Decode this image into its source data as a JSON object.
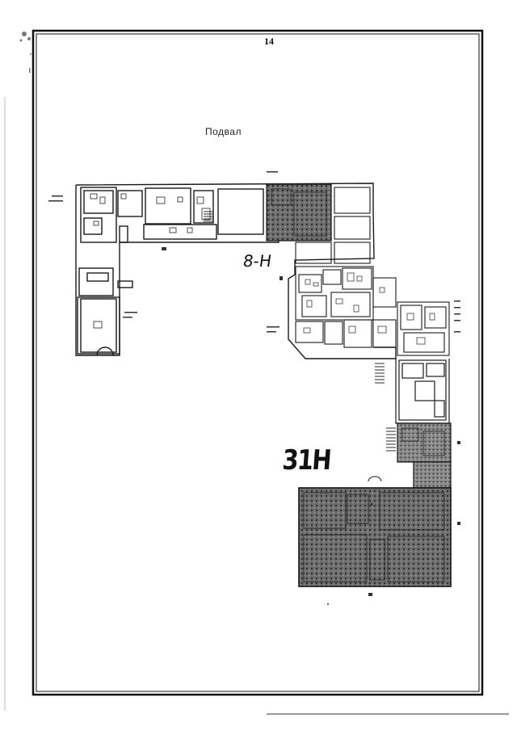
{
  "document": {
    "page_number": "14",
    "plan_title": "Подвал",
    "handwritten_labels": [
      {
        "id": "unit-8n",
        "text": "8-Н"
      },
      {
        "id": "unit-31n",
        "text": "31Н"
      }
    ],
    "colors": {
      "line": "#1a1a1a",
      "hatch_dark": "#4a4a4a",
      "hatch_mid": "#7a7a7a",
      "paper": "#ffffff"
    }
  }
}
